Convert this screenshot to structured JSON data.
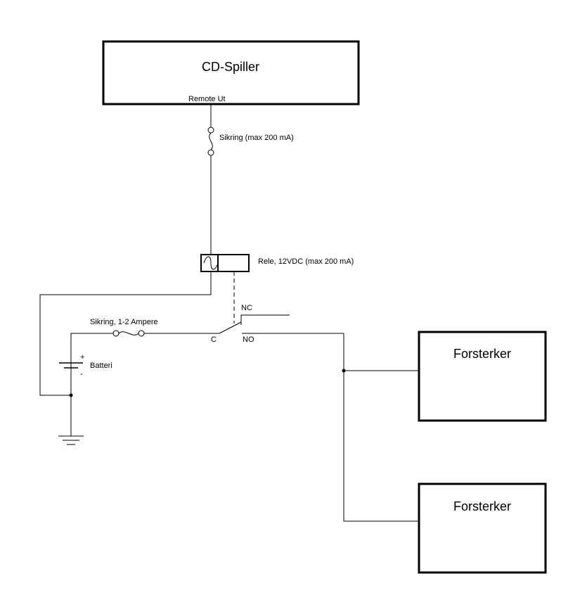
{
  "cd_player": {
    "title": "CD-Spiller",
    "remote_label": "Remote Ut"
  },
  "fuse_top": {
    "label": "Sikring (max 200 mA)"
  },
  "relay": {
    "label": "Rele, 12VDC (max 200 mA)"
  },
  "fuse_battery": {
    "label": "Sikring, 1-2 Ampere"
  },
  "battery": {
    "label": "Batteri",
    "plus": "+",
    "minus": "-"
  },
  "switch": {
    "nc_label": "NC",
    "common_label": "C",
    "no_label": "NO"
  },
  "amplifiers": [
    {
      "label": "Forsterker"
    },
    {
      "label": "Forsterker"
    }
  ]
}
